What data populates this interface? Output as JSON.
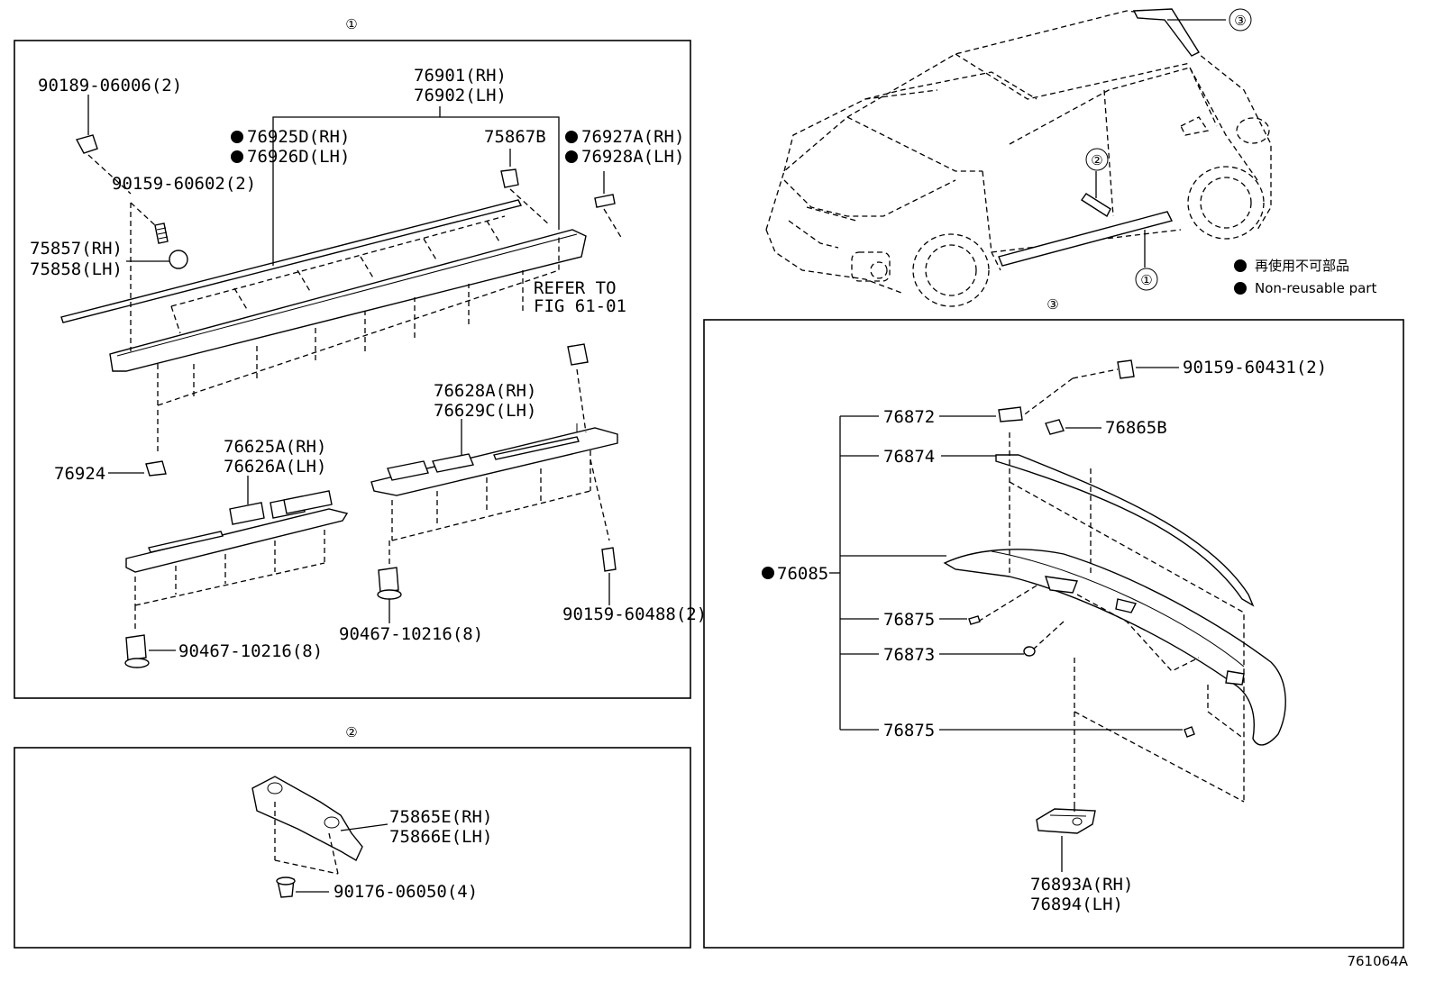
{
  "section_markers": {
    "s1": "①",
    "s2": "②",
    "s3": "③"
  },
  "car_callouts": {
    "c1": "①",
    "c2": "②",
    "c3": "③",
    "c3_box": "③"
  },
  "legend": {
    "jp": "再使用不可部品",
    "en": "Non-reusable part"
  },
  "figure_code": "761064A",
  "parts_section1": {
    "p90189": "90189-06006(2)",
    "p90159_60602": "90159-60602(2)",
    "p75857": "75857(RH)",
    "p75858": "75858(LH)",
    "p76901": "76901(RH)",
    "p76902": "76902(LH)",
    "p76925D": "76925D(RH)",
    "p76926D": "76926D(LH)",
    "p75867B": "75867B",
    "p76927A": "76927A(RH)",
    "p76928A": "76928A(LH)",
    "refer1": "REFER TO",
    "refer2": "FIG 61-01",
    "p76628A": "76628A(RH)",
    "p76629C": "76629C(LH)",
    "p76625A": "76625A(RH)",
    "p76626A": "76626A(LH)",
    "p76924": "76924",
    "p90467_a": "90467-10216(8)",
    "p90467_b": "90467-10216(8)",
    "p90159_60488": "90159-60488(2)"
  },
  "parts_section2": {
    "p75865E": "75865E(RH)",
    "p75866E": "75866E(LH)",
    "p90176": "90176-06050(4)"
  },
  "parts_section3": {
    "p90159_60431": "90159-60431(2)",
    "p76872": "76872",
    "p76865B": "76865B",
    "p76874": "76874",
    "p76085": "76085",
    "p76875_a": "76875",
    "p76873": "76873",
    "p76875_b": "76875",
    "p76893A": "76893A(RH)",
    "p76894": "76894(LH)"
  }
}
